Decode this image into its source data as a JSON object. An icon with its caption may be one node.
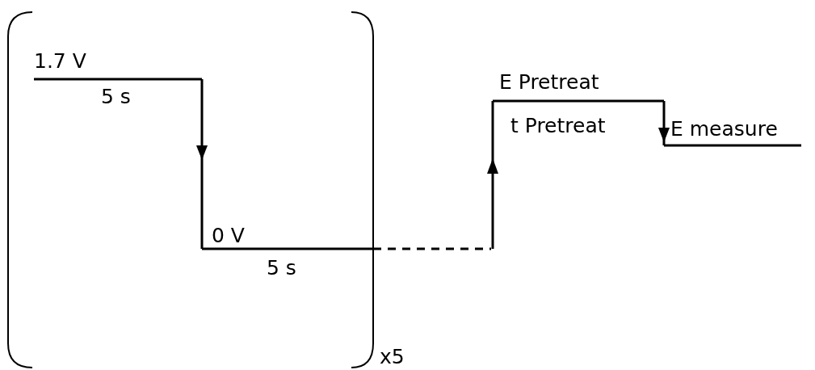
{
  "diagram": {
    "labels": [
      "1.7 V",
      "5 s",
      "E Pretreat",
      "t Pretreat",
      "E measure",
      "0 V",
      "5 s",
      "x5"
    ]
  }
}
